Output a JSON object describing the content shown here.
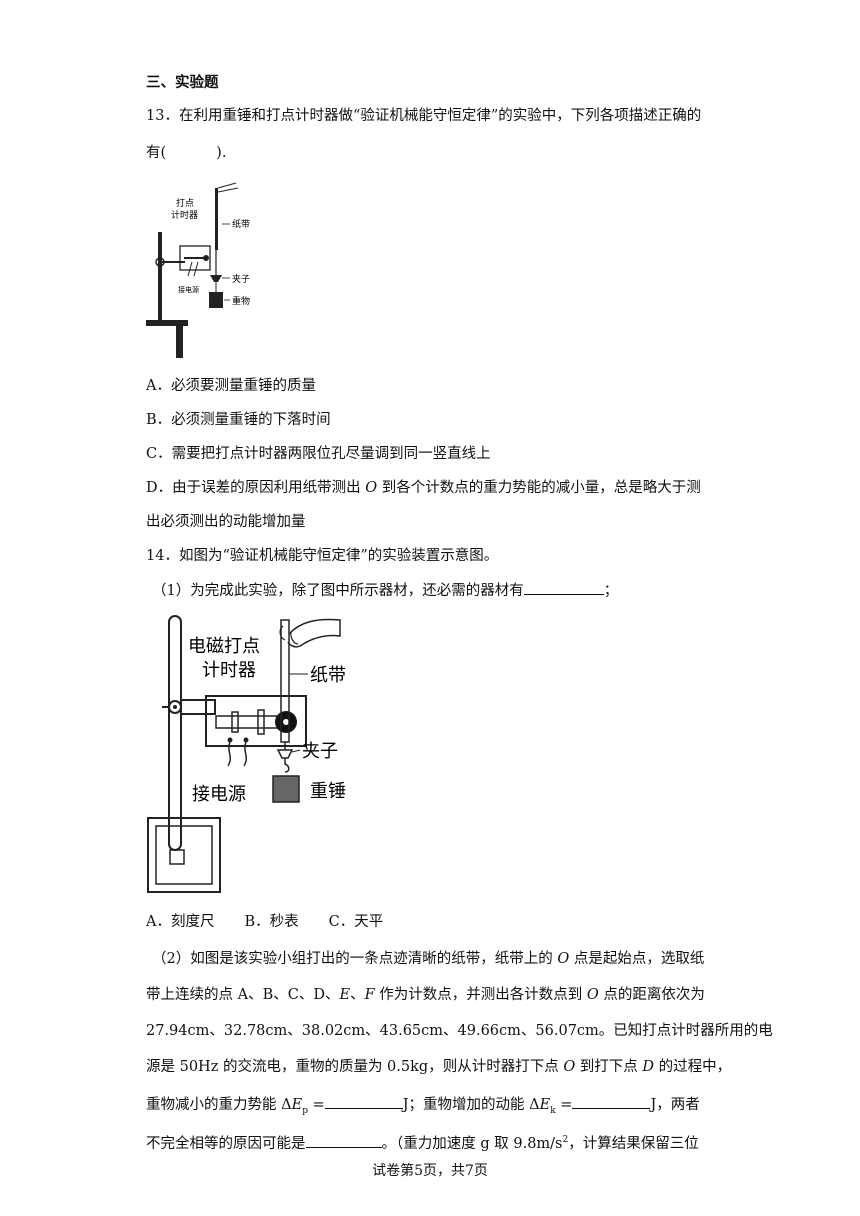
{
  "section_title": "三、实验题",
  "q13": {
    "line1": "13．在利用重锤和打点计时器做“验证机械能守恒定律”的实验中，下列各项描述正确的",
    "line2_a": "有(",
    "line2_b": ").",
    "fig_labels": {
      "timer": [
        "打点",
        "计时器"
      ],
      "tape": "纸带",
      "clip": "夹子",
      "weight": "重物",
      "power": "接电源"
    },
    "options": {
      "A": "A．必须要测量重锤的质量",
      "B": "B．必须测量重锤的下落时间",
      "C": "C．需要把打点计时器两限位孔尽量调到同一竖直线上",
      "D_pre": "D．由于误差的原因利用纸带测出 ",
      "D_O": "O",
      "D_post": " 到各个计数点的重力势能的减小量，总是略大于测",
      "D_line2": "出必须测出的动能增加量"
    }
  },
  "q14": {
    "stem": "14．如图为“验证机械能守恒定律”的实验装置示意图。",
    "p1": "（1）为完成此实验，除了图中所示器材，还必需的器材有",
    "p1_end": "；",
    "fig_labels": {
      "timer": [
        "电磁打点",
        "计时器"
      ],
      "tape": "纸带",
      "clip": "夹子",
      "power": "接电源",
      "weight": "重锤"
    },
    "choices": {
      "A": "A．刻度尺",
      "B": "B．秒表",
      "C": "C．天平"
    },
    "p2": {
      "l1_a": "（2）如图是该实验小组打出的一条点迹清晰的纸带，纸带上的 ",
      "l1_O": "O",
      "l1_b": " 点是起始点，选取纸",
      "l2_a": "带上连续的点 A、B、C、D、",
      "l2_E": "E",
      "l2_sep": "、",
      "l2_F": "F",
      "l2_b": " 作为计数点，并测出各计数点到 ",
      "l2_O": "O",
      "l2_c": " 点的距离依次为",
      "l3": "27.94cm、32.78cm、38.02cm、43.65cm、49.66cm、56.07cm。已知打点计时器所用的电",
      "l4_a": "源是 50Hz 的交流电，重物的质量为 0.5kg，则从计时器打下点 ",
      "l4_O": "O",
      "l4_b": " 到打下点 ",
      "l4_D": "D",
      "l4_c": " 的过程中，",
      "l5_a": "重物减小的重力势能 Δ",
      "l5_Ep": "E",
      "l5_p": "p",
      "l5_eq": " =",
      "l5_b": "J；重物增加的动能 Δ",
      "l5_Ek": "E",
      "l5_k": "k",
      "l5_eq2": " =",
      "l5_c": "J，两者",
      "l6_a": "不完全相等的原因可能是",
      "l6_b": "。（重力加速度 g 取 9.8m/s",
      "l6_sup": "2",
      "l6_c": "，计算结果保留三位"
    }
  },
  "footer": "试卷第5页，共7页"
}
